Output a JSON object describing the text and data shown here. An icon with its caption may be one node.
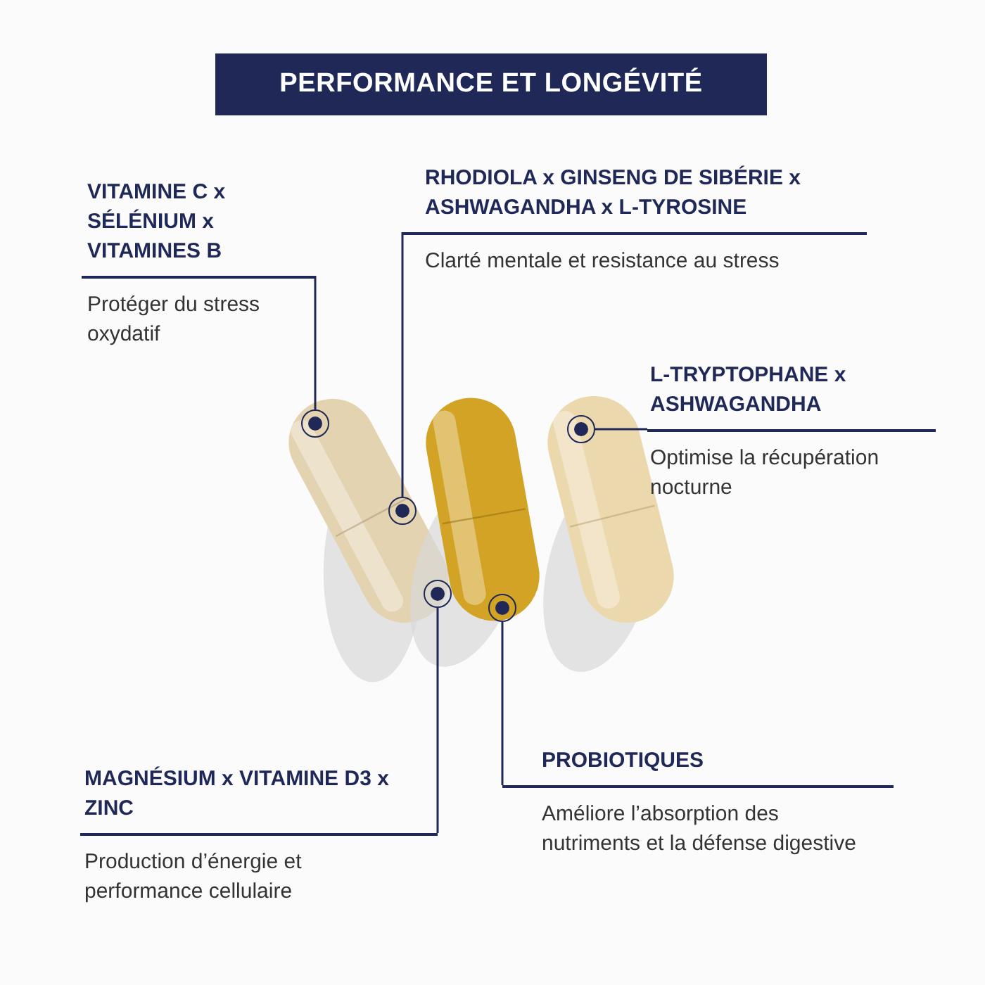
{
  "diagram": {
    "title": "PERFORMANCE ET LONGÉVITÉ",
    "nodes": [
      {
        "text": [
          "VITAMINE C x SÉLÉNIUM x VITAMINES B",
          "Protéger du stress oxydatif"
        ]
      },
      {
        "text": [
          "RHODIOLA x GINSENG DE SIBÉRIE x ASHWAGANDHA x L-TYROSINE",
          "Clarté mentale et resistance au stress"
        ]
      },
      {
        "text": [
          "L-TRYPTOPHANE x ASHWAGANDHA",
          "Optimise la récupération nocturne"
        ]
      },
      {
        "text": [
          "MAGNÉSIUM x VITAMINE D3 x ZINC",
          "Production d’énergie et performance cellulaire"
        ]
      },
      {
        "text": [
          "PROBIOTIQUES",
          "Améliore l’absorption des nutriments et la défense digestive"
        ]
      },
      {
        "text": [],
        "shape": "circle"
      },
      {
        "text": [],
        "shape": "circle"
      },
      {
        "text": [],
        "shape": "circle"
      },
      {
        "text": [],
        "shape": "circle"
      },
      {
        "text": [],
        "shape": "circle"
      }
    ],
    "edges": [
      {
        "from": 0,
        "to": 5,
        "arrow": "none"
      },
      {
        "from": 1,
        "to": 6,
        "arrow": "none"
      },
      {
        "from": 2,
        "to": 7,
        "arrow": "none"
      },
      {
        "from": 3,
        "to": 8,
        "arrow": "none"
      },
      {
        "from": 4,
        "to": 9,
        "arrow": "none"
      }
    ]
  }
}
